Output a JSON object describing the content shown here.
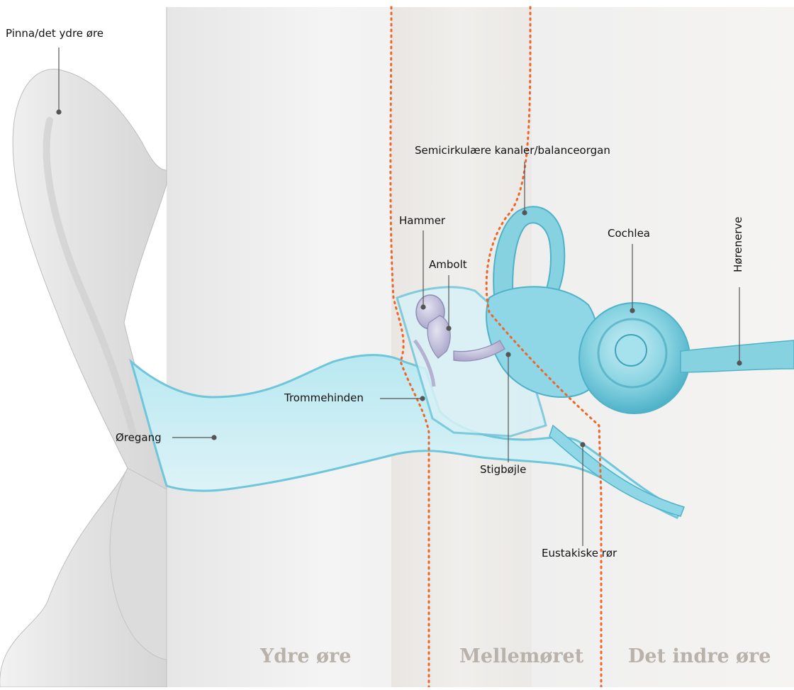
{
  "labels": {
    "pinna": "Pinna/det ydre øre",
    "semicircular": "Semicirkulære kanaler/balanceorgan",
    "hammer": "Hammer",
    "ambolt": "Ambolt",
    "cochlea": "Cochlea",
    "hoerenerve": "Hørenerve",
    "trommehinden": "Trommehinden",
    "oeregang": "Øregang",
    "stigboejle": "Stigbøjle",
    "eustakiske": "Eustakiske rør"
  },
  "regions": {
    "outer": "Ydre øre",
    "middle": "Mellemøret",
    "inner": "Det indre øre"
  },
  "colors": {
    "divider": "#e8692d",
    "ear_tissue": "#eeeeee",
    "canal": "#8fd6e6",
    "cochlea": "#7fcfdf",
    "ossicles": "#b4b2d2",
    "region_text": "#b9b2aa"
  }
}
